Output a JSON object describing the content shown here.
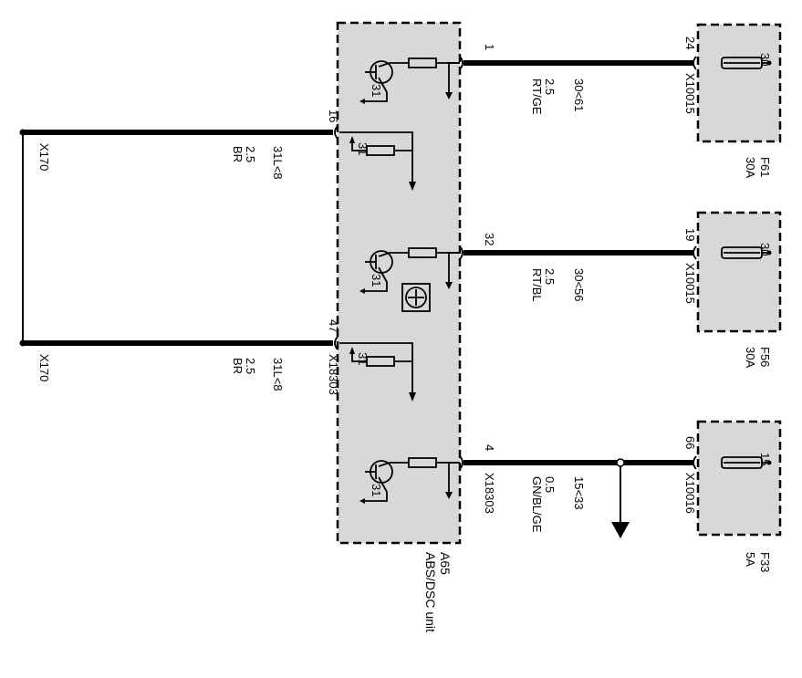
{
  "unit": {
    "ref": "A65",
    "name": "ABS/DSC unit"
  },
  "connectors": {
    "x18303": "X18303",
    "x170": "X170",
    "x10015": "X10015",
    "x10016": "X10016"
  },
  "pins": {
    "p1": "1",
    "p32": "32",
    "p4": "4",
    "p16": "16",
    "p47": "47",
    "p24": "24",
    "p19": "19",
    "p66": "66"
  },
  "ground": "31",
  "wires": {
    "w1": {
      "circuit": "30<61",
      "size": "2.5",
      "color": "RT/GE"
    },
    "w32": {
      "circuit": "30<56",
      "size": "2.5",
      "color": "RT/BL"
    },
    "w4": {
      "circuit": "15<33",
      "size": "0.5",
      "color": "GN/BL/GE"
    },
    "w16": {
      "circuit": "31L<8",
      "size": "2.5",
      "color": "BR"
    },
    "w47": {
      "circuit": "31L<8",
      "size": "2.5",
      "color": "BR"
    }
  },
  "fuses": {
    "f61": {
      "ref": "F61",
      "rating": "30A",
      "terminal": "30"
    },
    "f56": {
      "ref": "F56",
      "rating": "30A",
      "terminal": "30"
    },
    "f33": {
      "ref": "F33",
      "rating": "5A",
      "terminal": "15"
    }
  }
}
